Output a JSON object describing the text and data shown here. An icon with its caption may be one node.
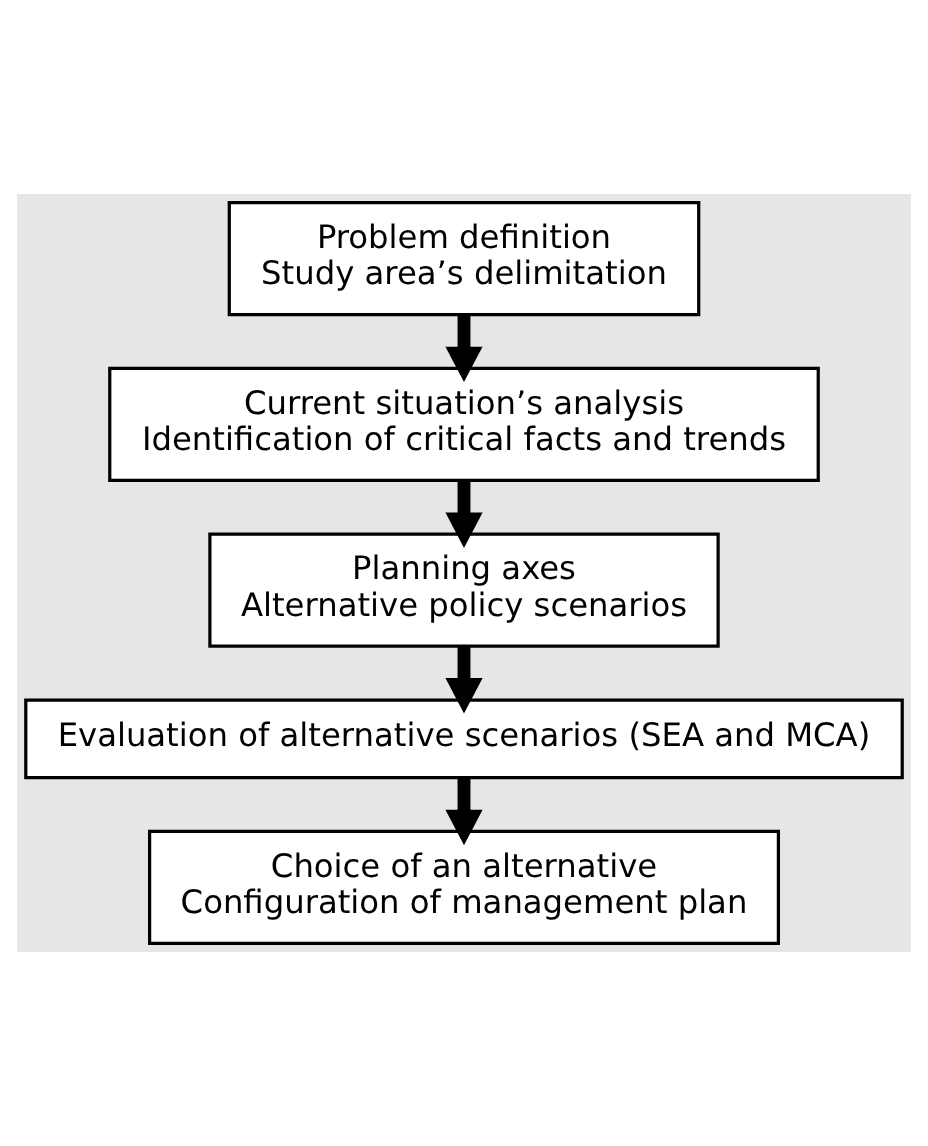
{
  "diagram": {
    "nodes": [
      {
        "text": [
          "Problem definition",
          "Study area’s delimitation"
        ]
      },
      {
        "text": [
          "Current situation’s analysis",
          "Identification of critical facts and trends"
        ]
      },
      {
        "text": [
          "Planning axes",
          "Alternative policy scenarios"
        ]
      },
      {
        "text": [
          "Evaluation of alternative scenarios (SEA and MCA)"
        ]
      },
      {
        "text": [
          "Choice of an alternative",
          "Configuration of management plan"
        ]
      }
    ],
    "edges": [
      {
        "from": 0,
        "to": 1,
        "arrow": "to"
      },
      {
        "from": 1,
        "to": 2,
        "arrow": "to"
      },
      {
        "from": 2,
        "to": 3,
        "arrow": "to"
      },
      {
        "from": 3,
        "to": 4,
        "arrow": "to"
      }
    ]
  }
}
